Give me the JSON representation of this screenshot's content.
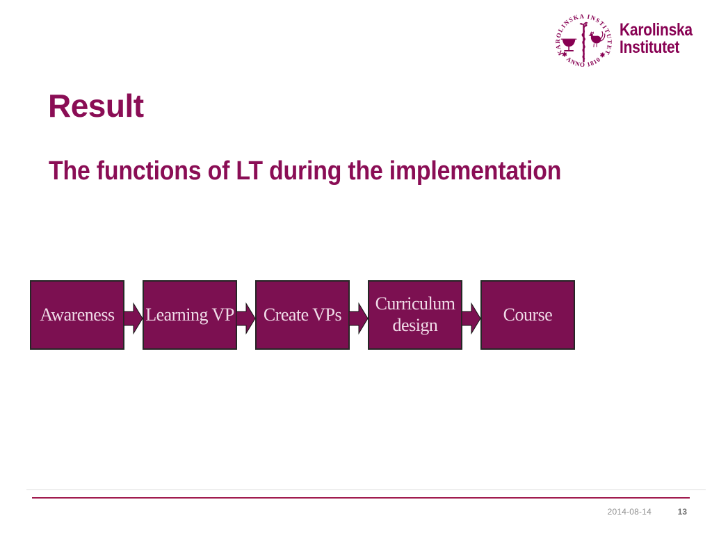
{
  "brand": {
    "plum_color": "#870052",
    "box_fill_color": "#7C1051",
    "box_text_color": "#F0DCE8",
    "footer_rule_color": "#A01B4E"
  },
  "logo": {
    "seal_arc_top": "KAROLINSKA INSTITUTET",
    "seal_arc_bottom": "✱ ANNO 1810 ✱",
    "name_line1": "Karolinska",
    "name_line2": "Institutet"
  },
  "slide": {
    "title": "Result",
    "subtitle": "The functions of LT during the implementation"
  },
  "diagram": {
    "steps": [
      {
        "label": "Awareness"
      },
      {
        "label": "Learning VP"
      },
      {
        "label": "Create VPs"
      },
      {
        "label": "Curriculum design"
      },
      {
        "label": "Course"
      }
    ]
  },
  "footer": {
    "date": "2014-08-14",
    "page_number": "13"
  }
}
